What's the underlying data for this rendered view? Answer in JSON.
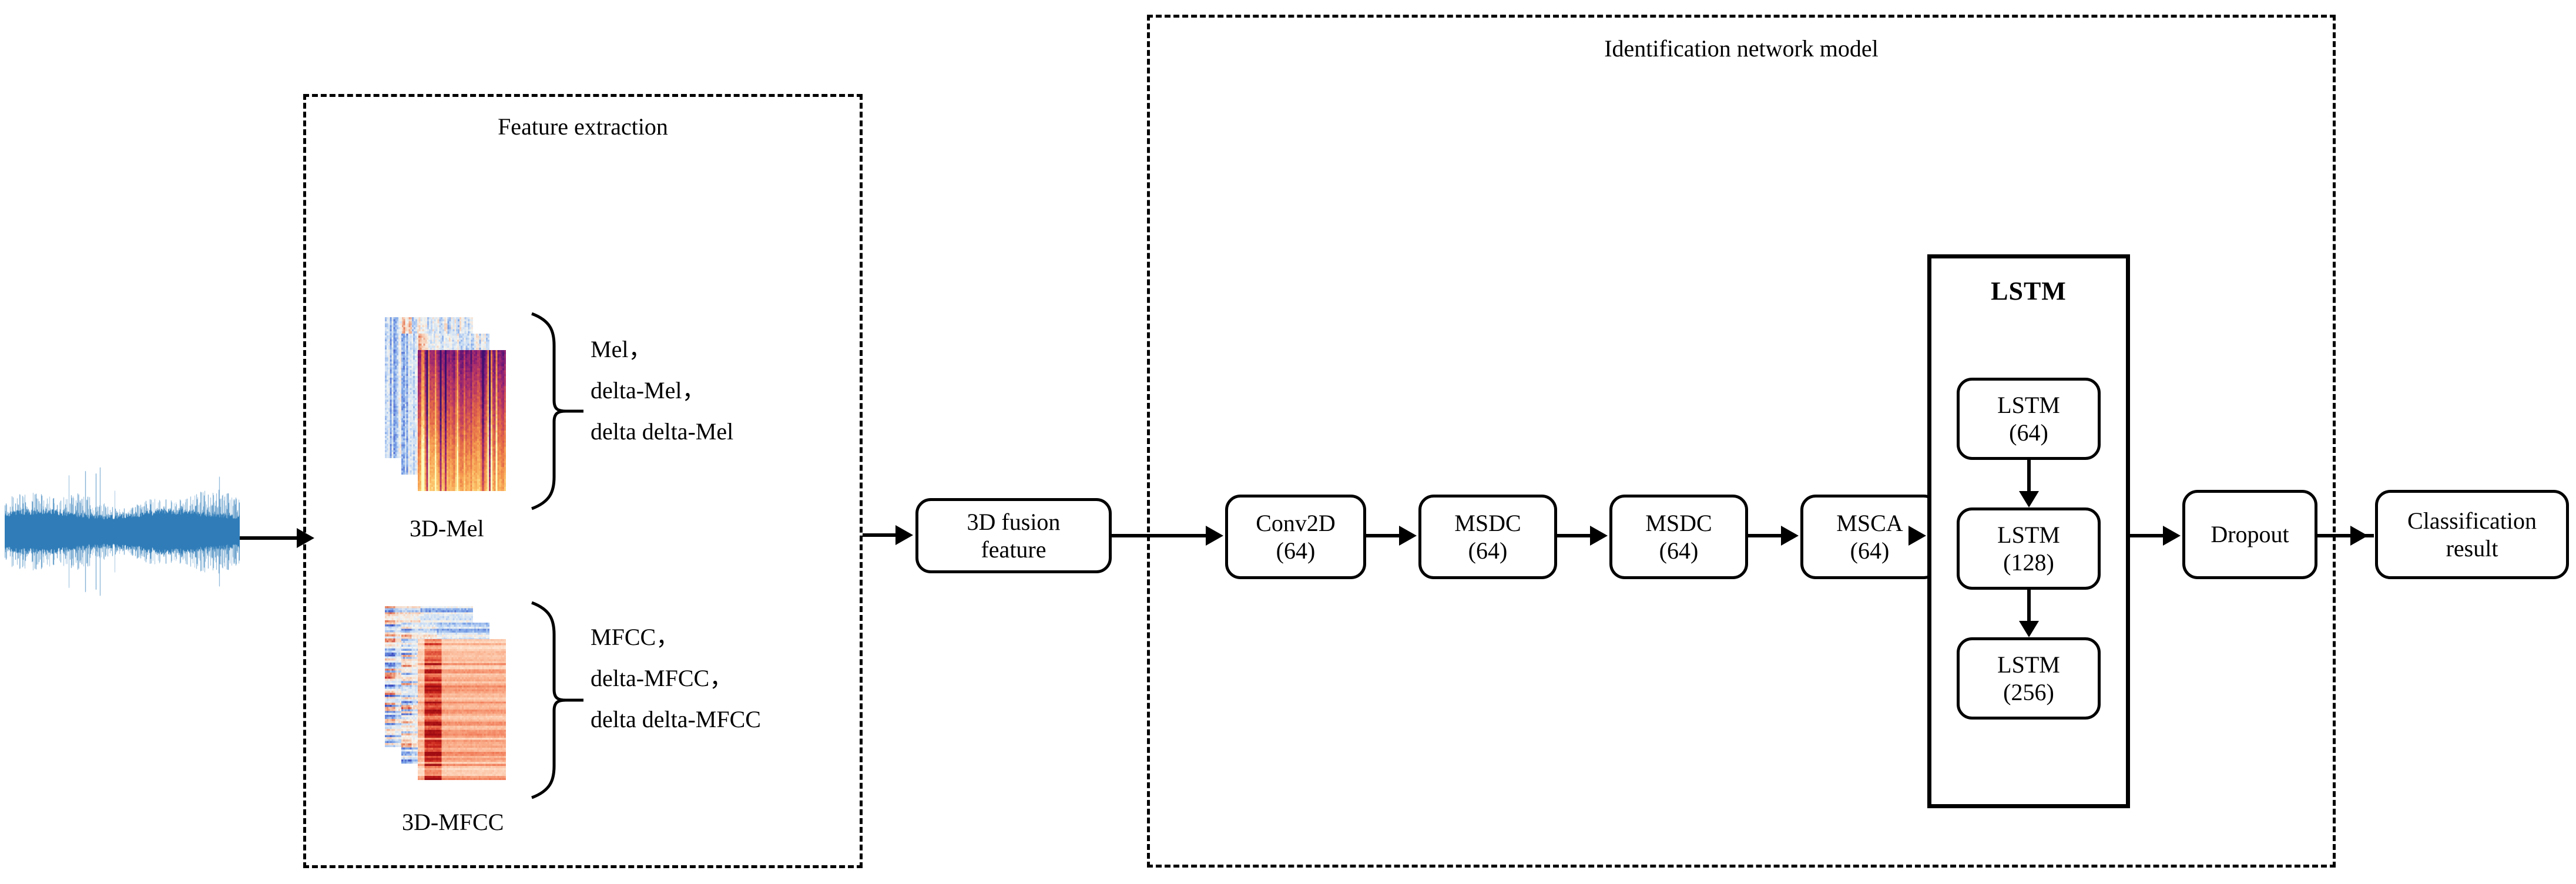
{
  "diagram": {
    "groups": [
      {
        "id": "feature-extraction",
        "title": "Feature extraction"
      },
      {
        "id": "identification-network-model",
        "title": "Identification network model"
      }
    ],
    "input": {
      "name": "audio-waveform",
      "color": "#2f7cb8"
    },
    "feature_extraction": {
      "mel": {
        "stack_label": "3D-Mel",
        "components": [
          "Mel，",
          "delta-Mel，",
          "delta delta-Mel"
        ]
      },
      "mfcc": {
        "stack_label": "3D-MFCC",
        "components": [
          "MFCC，",
          "delta-MFCC，",
          "delta delta-MFCC"
        ]
      }
    },
    "pipeline": [
      {
        "id": "fusion",
        "lines": [
          "3D fusion",
          "feature"
        ]
      },
      {
        "id": "conv2d",
        "lines": [
          "Conv2D",
          "(64)"
        ]
      },
      {
        "id": "msdc1",
        "lines": [
          "MSDC",
          "(64)"
        ]
      },
      {
        "id": "msdc2",
        "lines": [
          "MSDC",
          "(64)"
        ]
      },
      {
        "id": "msca",
        "lines": [
          "MSCA",
          "(64)"
        ]
      },
      {
        "id": "dropout",
        "lines": [
          "Dropout"
        ]
      },
      {
        "id": "result",
        "lines": [
          "Classification",
          "result"
        ]
      }
    ],
    "lstm_block": {
      "title": "LSTM",
      "layers": [
        {
          "id": "lstm-64",
          "lines": [
            "LSTM",
            "(64)"
          ]
        },
        {
          "id": "lstm-128",
          "lines": [
            "LSTM",
            "(128)"
          ]
        },
        {
          "id": "lstm-256",
          "lines": [
            "LSTM",
            "(256)"
          ]
        }
      ]
    },
    "colors": {
      "stroke": "#000000",
      "background": "#ffffff",
      "waveform": "#2f7cb8",
      "plate_cool_low": "#3b4cc0",
      "plate_cool_high": "#b40426",
      "plate_magma_low": "#3b0f70",
      "plate_magma_high": "#fcfdbf"
    }
  }
}
